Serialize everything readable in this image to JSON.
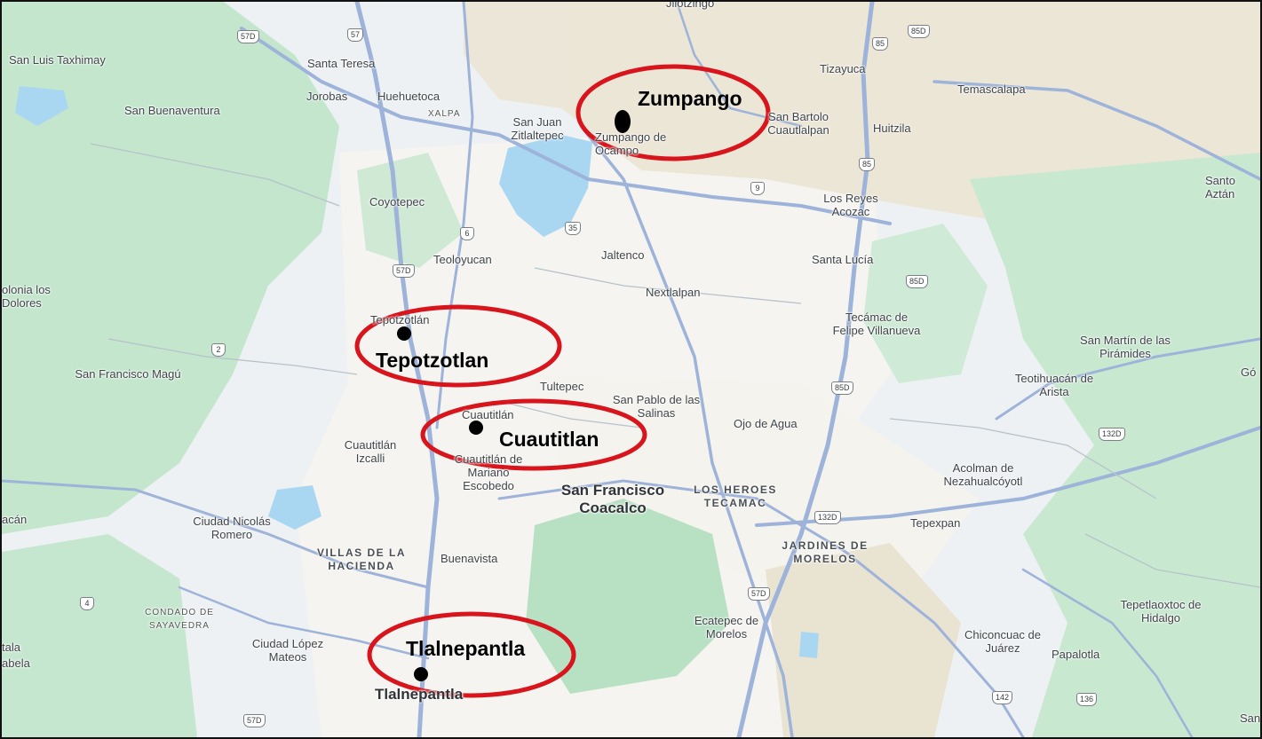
{
  "map": {
    "colors": {
      "water": "#a9d7f2",
      "park": "#b9e2c6",
      "urban": "#f3f2ec",
      "road": "#9eb3d9",
      "marker": "#d8141c"
    },
    "places": [
      "Jilotzingo",
      "San Luis Taxhimay",
      "Santa Teresa",
      "Jorobas",
      "Huehuetoca",
      "XALPA",
      "San Buenaventura",
      "San Juan Zitlaltepec",
      "Zumpango de Ocampo",
      "Tizayuca",
      "Temascalapa",
      "San Bartolo Cuautlalpan",
      "Huitzila",
      "Coyotepec",
      "Los Reyes Acozac",
      "Santo Aztán",
      "Teoloyucan",
      "Jaltenco",
      "Santa Lucía",
      "olonia los Dolores",
      "Nextlalpan",
      "Tepotzotlán",
      "Tecámac de Felipe Villanueva",
      "San Martín de las Pirámides",
      "San Francisco Magú",
      "Gó",
      "Teotihuacán de Arista",
      "Tultepec",
      "San Pablo de las Salinas",
      "Cuautitlán",
      "Ojo de Agua",
      "Cuautitlán Izcalli",
      "Cuautitlán de Mariano Escobedo",
      "San Francisco Coacalco",
      "LOS HEROES TECAMAC",
      "Acolman de Nezahualcóyotl",
      "acán",
      "Ciudad Nicolás Romero",
      "Tepexpan",
      "VILLAS DE LA HACIENDA",
      "Buenavista",
      "JARDINES DE MORELOS",
      "CONDADO DE SAYAVEDRA",
      "Tepetlaoxtoc de Hidalgo",
      "Ciudad López Mateos",
      "Ecatepec de Morelos",
      "Chiconcuac de Juárez",
      "Papalotla",
      "tala",
      "abela",
      "Tlalnepantla",
      "San"
    ],
    "shields": [
      "57D",
      "57",
      "85",
      "85D",
      "85",
      "9",
      "6",
      "35",
      "57D",
      "85D",
      "2",
      "85D",
      "132D",
      "132D",
      "57D",
      "4",
      "142",
      "136",
      "57D"
    ],
    "callouts": [
      "Zumpango",
      "Tepotzotlan",
      "Cuautitlan",
      "Tlalnepantla"
    ]
  }
}
